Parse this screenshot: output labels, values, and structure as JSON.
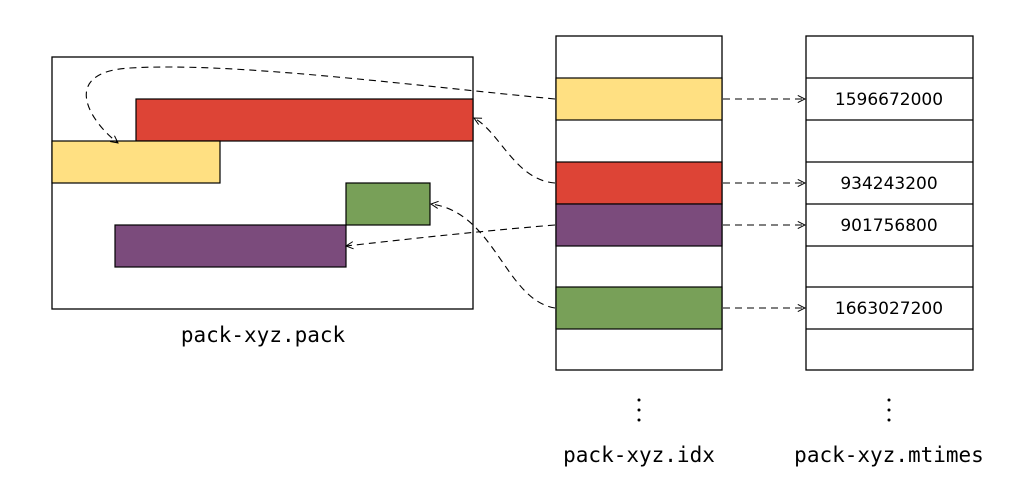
{
  "colors": {
    "yellow": "#FFE082",
    "red": "#DD4436",
    "purple": "#7B4B7C",
    "green": "#78A058"
  },
  "pack": {
    "label": "pack-xyz.pack"
  },
  "idx": {
    "label": "pack-xyz.idx",
    "continuation": "⋮"
  },
  "mtimes": {
    "label": "pack-xyz.mtimes",
    "continuation": "⋮",
    "values": [
      "1596672000",
      "934243200",
      "901756800",
      "1663027200"
    ]
  }
}
